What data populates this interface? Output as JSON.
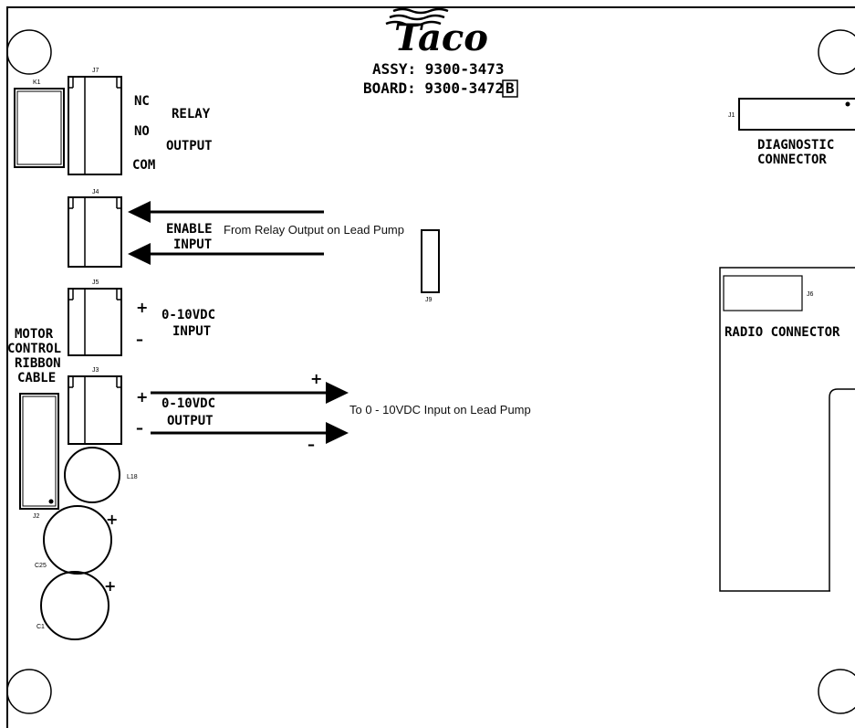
{
  "logo": {
    "text": "Taco",
    "accent": "#000000"
  },
  "assembly": {
    "assy": "ASSY: 9300-3473",
    "board": "BOARD: 9300-3472",
    "revision": "B"
  },
  "refdes": {
    "k1": "K1",
    "j7": "J7",
    "j4": "J4",
    "j5": "J5",
    "j3": "J3",
    "j2": "J2",
    "l18": "L18",
    "c25": "C25",
    "c1": "C1",
    "j9": "J9",
    "j1": "J1",
    "j6": "J6"
  },
  "relay": {
    "nc": "NC",
    "no": "NO",
    "com": "COM",
    "title_1": "RELAY",
    "title_2": "OUTPUT"
  },
  "enable": {
    "line1": "ENABLE",
    "line2": "INPUT",
    "note": "From Relay Output on Lead Pump"
  },
  "analog_in": {
    "line1": "0-10VDC",
    "line2": "INPUT",
    "plus": "+",
    "minus": "–"
  },
  "analog_out": {
    "line1": "0-10VDC",
    "line2": "OUTPUT",
    "plus": "+",
    "minus": "–",
    "arrow_plus": "+",
    "arrow_minus": "–",
    "note": "To 0 - 10VDC Input on Lead Pump"
  },
  "motor": {
    "line1": "MOTOR",
    "line2": "CONTROL",
    "line3": "RIBBON",
    "line4": "CABLE"
  },
  "cap_plus": "+",
  "diagnostic": {
    "line1": "DIAGNOSTIC",
    "line2": "CONNECTOR"
  },
  "radio": {
    "label": "RADIO CONNECTOR"
  }
}
